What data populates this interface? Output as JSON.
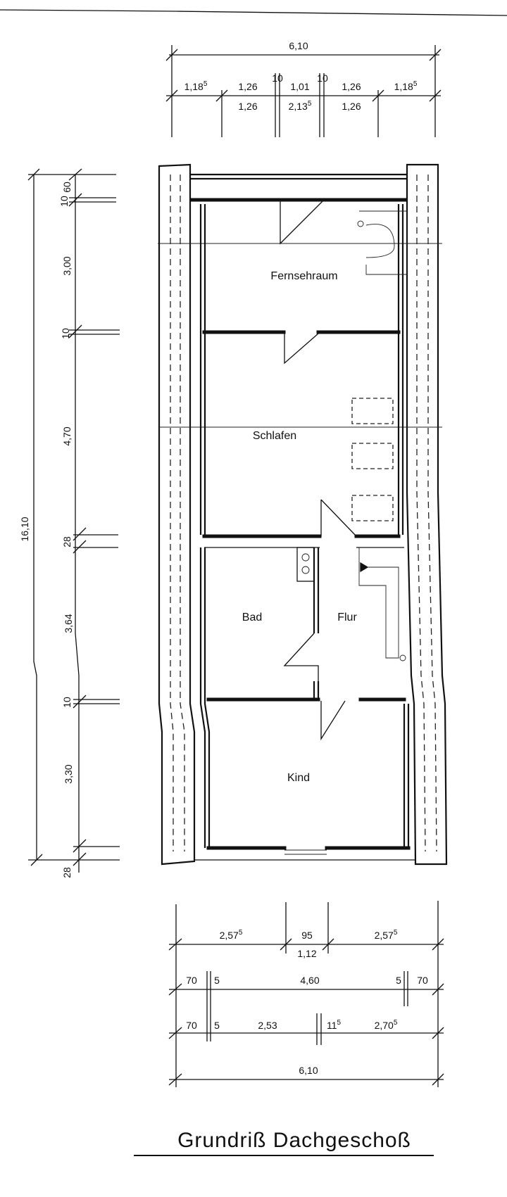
{
  "title": "Grundriß Dachgeschoß",
  "rooms": {
    "fernsehraum": "Fernsehraum",
    "schlafen": "Schlafen",
    "bad": "Bad",
    "flur": "Flur",
    "kind": "Kind"
  },
  "top_dimensions": {
    "overall": "6,10",
    "segments": [
      "1,18",
      "1,26",
      "10",
      "1,01",
      "10",
      "1,26",
      "1,18"
    ],
    "segment_superscripts": [
      "5",
      "",
      "",
      "",
      "",
      "",
      "5"
    ],
    "second_row": [
      "1,26",
      "2,13",
      "1,26"
    ],
    "second_row_superscripts": [
      "",
      "5",
      ""
    ]
  },
  "left_dimensions": {
    "overall": "16,10",
    "segments": [
      "10",
      "60",
      "3,00",
      "10",
      "4,70",
      "28",
      "3,64",
      "10",
      "3,30",
      "28"
    ]
  },
  "bottom_dimensions": {
    "row1": [
      "2,57",
      "95",
      "2,57"
    ],
    "row1_superscripts": [
      "5",
      "",
      "5"
    ],
    "row1_sub": "1,12",
    "row2": [
      "70",
      "5",
      "4,60",
      "5",
      "70"
    ],
    "row3": [
      "70",
      "5",
      "2,53",
      "11",
      "2,70"
    ],
    "row3_superscripts": [
      "",
      "",
      "",
      "5",
      "5"
    ],
    "overall": "6,10"
  }
}
